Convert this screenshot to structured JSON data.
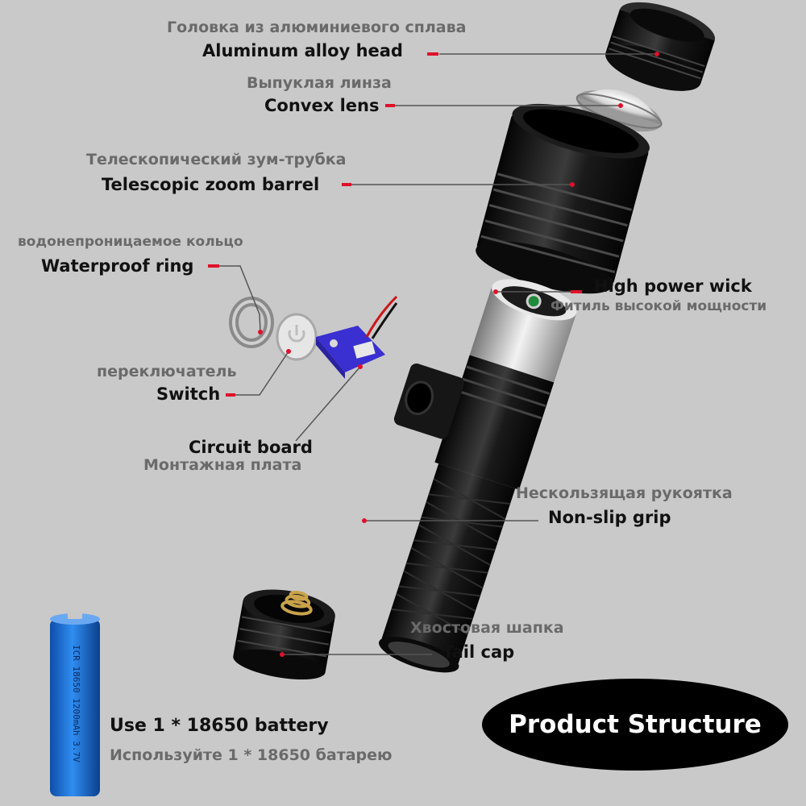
{
  "colors": {
    "background": "#c9c9c9",
    "metal_dark": "#141414",
    "metal_light": "#b5b5b5",
    "circuit_board": "#3a2fd0",
    "battery_blue": "#1c73d6",
    "accent_red": "#e0102a",
    "leader_line": "#555555",
    "badge_bg": "#000000",
    "badge_text": "#ffffff"
  },
  "parts": {
    "aluminum_head": {
      "ru": "Головка из алюминиевого сплава",
      "en": "Aluminum alloy head"
    },
    "convex_lens": {
      "ru": "Выпуклая линза",
      "en": "Convex lens"
    },
    "zoom_barrel": {
      "ru": "Телескопический зум-трубка",
      "en": "Telescopic zoom barrel"
    },
    "waterproof_ring": {
      "ru": "водонепроницаемое кольцо",
      "en": "Waterproof ring"
    },
    "switch": {
      "ru": "переключатель",
      "en": "Switch"
    },
    "circuit_board": {
      "en": "Circuit board",
      "ru": "Монтажная плата"
    },
    "high_power_wick": {
      "en": "High power wick",
      "ru": "Фитиль высокой мощности"
    },
    "non_slip_grip": {
      "ru": "Нескользящая рукоятка",
      "en": "Non-slip grip"
    },
    "tail_cap": {
      "ru": "Хвостовая шапка",
      "en": "Tail cap"
    }
  },
  "battery": {
    "en": "Use 1 * 18650 battery",
    "ru": "Используйте 1 * 18650 батарею",
    "cell_label": "ICR 18650 1200mAh 3.7V"
  },
  "badge": {
    "label": "Product Structure"
  }
}
